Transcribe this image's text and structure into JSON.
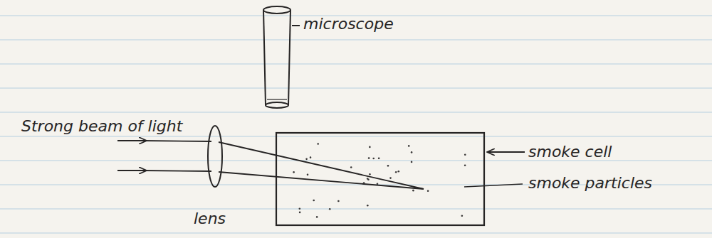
{
  "diagram": {
    "labels": [
      "microscope",
      "Strong beam of light",
      "lens",
      "smoke cell",
      "smoke particles"
    ]
  }
}
